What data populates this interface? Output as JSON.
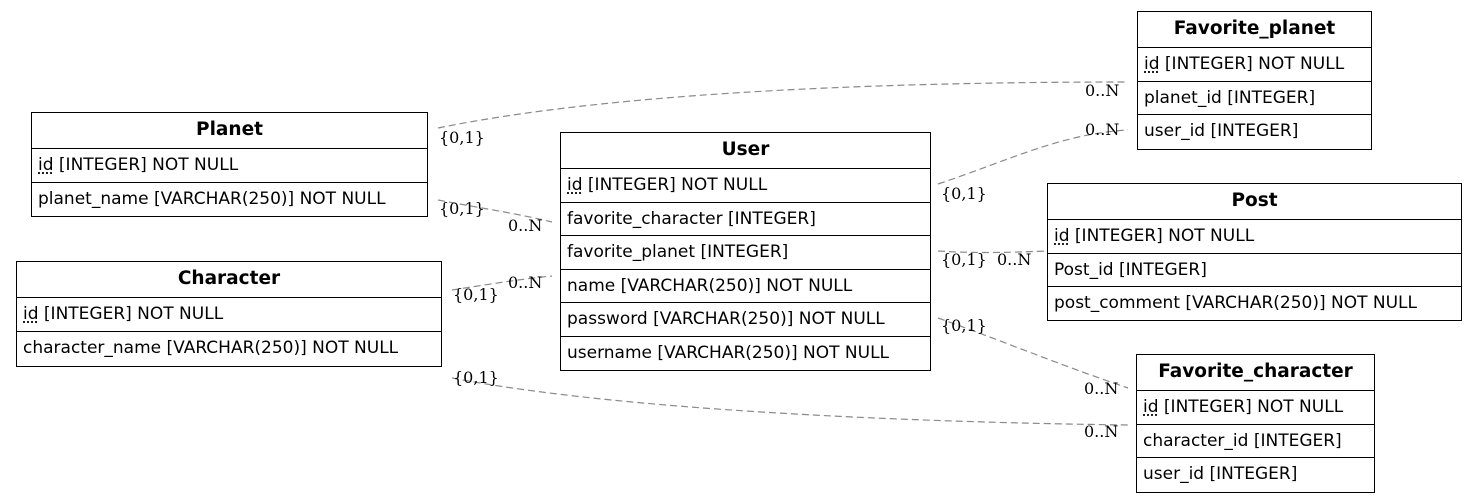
{
  "entities": {
    "planet": {
      "name": "Planet",
      "fields": [
        {
          "name": "id",
          "type": "[INTEGER] NOT NULL",
          "pk": true
        },
        {
          "name": "planet_name",
          "type": "[VARCHAR(250)] NOT NULL",
          "pk": false
        }
      ]
    },
    "character": {
      "name": "Character",
      "fields": [
        {
          "name": "id",
          "type": "[INTEGER] NOT NULL",
          "pk": true
        },
        {
          "name": "character_name",
          "type": "[VARCHAR(250)] NOT NULL",
          "pk": false
        }
      ]
    },
    "user": {
      "name": "User",
      "fields": [
        {
          "name": "id",
          "type": "[INTEGER] NOT NULL",
          "pk": true
        },
        {
          "name": "favorite_character",
          "type": "[INTEGER]",
          "pk": false
        },
        {
          "name": "favorite_planet",
          "type": "[INTEGER]",
          "pk": false
        },
        {
          "name": "name",
          "type": "[VARCHAR(250)] NOT NULL",
          "pk": false
        },
        {
          "name": "password",
          "type": "[VARCHAR(250)] NOT NULL",
          "pk": false
        },
        {
          "name": "username",
          "type": "[VARCHAR(250)] NOT NULL",
          "pk": false
        }
      ]
    },
    "favorite_planet": {
      "name": "Favorite_planet",
      "fields": [
        {
          "name": "id",
          "type": "[INTEGER] NOT NULL",
          "pk": true
        },
        {
          "name": "planet_id",
          "type": "[INTEGER]",
          "pk": false
        },
        {
          "name": "user_id",
          "type": "[INTEGER]",
          "pk": false
        }
      ]
    },
    "post": {
      "name": "Post",
      "fields": [
        {
          "name": "id",
          "type": "[INTEGER] NOT NULL",
          "pk": true
        },
        {
          "name": "Post_id",
          "type": "[INTEGER]",
          "pk": false
        },
        {
          "name": "post_comment",
          "type": "[VARCHAR(250)] NOT NULL",
          "pk": false
        }
      ]
    },
    "favorite_character": {
      "name": "Favorite_character",
      "fields": [
        {
          "name": "id",
          "type": "[INTEGER] NOT NULL",
          "pk": true
        },
        {
          "name": "character_id",
          "type": "[INTEGER]",
          "pk": false
        },
        {
          "name": "user_id",
          "type": "[INTEGER]",
          "pk": false
        }
      ]
    }
  },
  "relationships": [
    {
      "from": "planet",
      "to": "favorite_planet",
      "from_mult": "{0,1}",
      "to_mult": "0..N"
    },
    {
      "from": "user",
      "to": "favorite_planet",
      "from_mult": "{0,1}",
      "to_mult": "0..N"
    },
    {
      "from": "planet",
      "to": "user",
      "from_mult": "{0,1}",
      "to_mult": "0..N"
    },
    {
      "from": "character",
      "to": "user",
      "from_mult": "{0,1}",
      "to_mult": "0..N"
    },
    {
      "from": "user",
      "to": "post",
      "from_mult": "{0,1}",
      "to_mult": "0..N"
    },
    {
      "from": "user",
      "to": "favorite_character",
      "from_mult": "{0,1}",
      "to_mult": "0..N"
    },
    {
      "from": "character",
      "to": "favorite_character",
      "from_mult": "{0,1}",
      "to_mult": "0..N"
    }
  ],
  "styles": {
    "edge_color": "#8a8a8a",
    "border_color": "#000000",
    "background": "#ffffff"
  }
}
